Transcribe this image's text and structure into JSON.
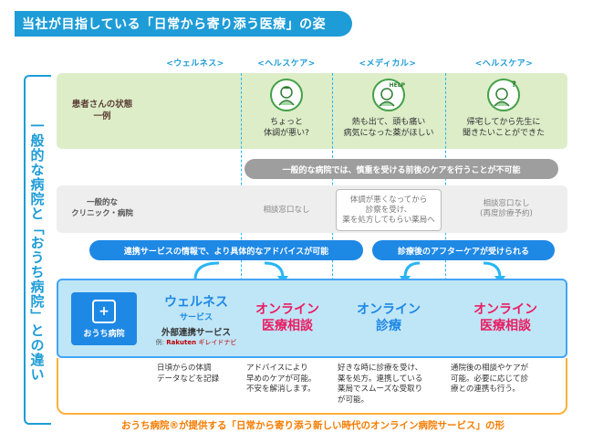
{
  "header": {
    "title": "当社が目指している「日常から寄り添う医療」の姿"
  },
  "columns": [
    "<ウェルネス>",
    "<ヘルスケア>",
    "<メディカル>",
    "<ヘルスケア>"
  ],
  "vertical_title": "一般的な病院と「おうち病院」との違い",
  "patient_row": {
    "label": "患者さんの状態\n一例",
    "items": [
      {
        "icon": "worried-person-icon",
        "text": "ちょっと\n体調が悪い?"
      },
      {
        "icon": "help-person-icon",
        "icon_label": "HELP",
        "text": "熱も出て、頭も痛い\n病気になった薬がほしい"
      },
      {
        "icon": "question-person-icon",
        "icon_label": "?",
        "text": "帰宅してから先生に\n聞きたいことができた"
      }
    ]
  },
  "banner_general": "一般的な病院では、慎重を受ける前後のケアを行うことが不可能",
  "clinic_row": {
    "label": "一般的な\nクリニック・病院",
    "items": [
      "相談窓口なし",
      "体調が悪くなってから\n診察を受け、\n薬を処方してもらい薬局へ",
      "相談窓口なし\n(再度診療予約)"
    ]
  },
  "banner_left": "連携サービスの情報で、より具体的なアドバイスが可能",
  "banner_right": "診療後のアフターケアが受けられる",
  "online_row": {
    "logo_text": "おうち病院",
    "logo_mark": "+",
    "wellness": {
      "title": "ウェルネス",
      "sub": "サービス",
      "partner_label": "外部連携サービス",
      "example_prefix": "例:",
      "example_brand": "Rakuten",
      "example_app": "ギレイドナビ"
    },
    "services": [
      {
        "line1": "オンライン",
        "line2": "医療相談",
        "color": "#e91e63"
      },
      {
        "line1": "オンライン",
        "line2": "診療",
        "color": "#1e88e5"
      },
      {
        "line1": "オンライン",
        "line2": "医療相談",
        "color": "#e91e63"
      }
    ]
  },
  "descriptions": [
    "日頃からの体調\nデータなどを記録",
    "アドバイスにより\n早めのケアが可能。\n不安を解消します。",
    "好きな時に診療を受け、\n薬を処方。連携している\n薬局でスムーズな受取り\nが可能。",
    "通院後の相談やケアが\n可能。必要に応じて診\n療との連携も行う。"
  ],
  "footer": "おうち病院®が提供する「日常から寄り添う新しい時代のオンライン病院サービス」の形",
  "colors": {
    "accent": "#1e9cd7",
    "green_row": "#dcedc8",
    "online_row": "#bfe6f7",
    "pink": "#e91e63",
    "orange": "#f57c00"
  }
}
